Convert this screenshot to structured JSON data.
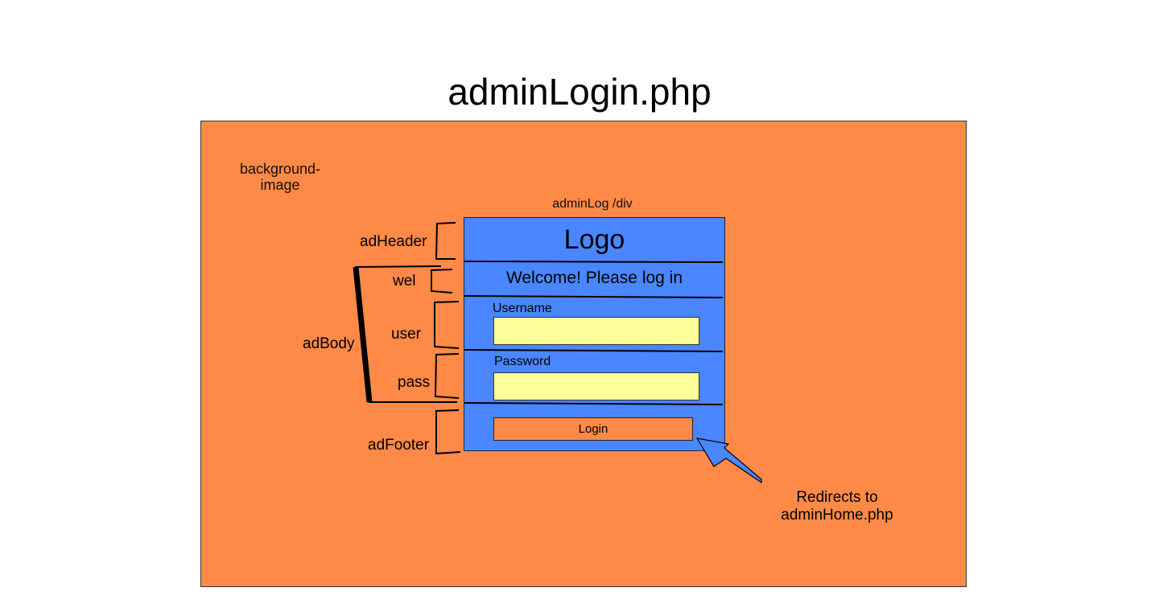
{
  "title": "adminLogin.php",
  "background_label": "background-\nimage",
  "container_label": "adminLog /div",
  "header": {
    "logo": "Logo"
  },
  "welcome": {
    "text": "Welcome! Please log in"
  },
  "username": {
    "label": "Username",
    "value": ""
  },
  "password": {
    "label": "Password",
    "value": ""
  },
  "footer": {
    "login_label": "Login"
  },
  "annotations": {
    "adHeader": "adHeader",
    "wel": "wel",
    "user": "user",
    "pass": "pass",
    "adBody": "adBody",
    "adFooter": "adFooter",
    "redirect": "Redirects to\nadminHome.php"
  },
  "colors": {
    "background": "#ff8a47",
    "panel": "#4a86ff",
    "field": "#ffff99",
    "button": "#ff8a47"
  }
}
